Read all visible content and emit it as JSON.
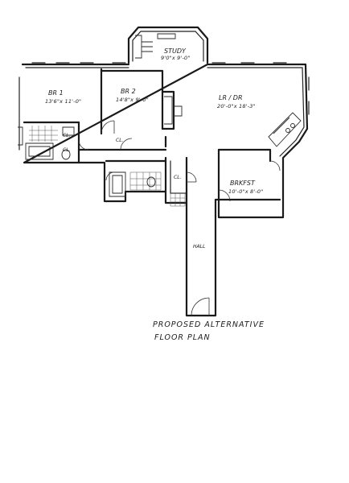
{
  "rooms": {
    "br1": {
      "name": "BR 1",
      "dims": "13'6\"x 11'-0\""
    },
    "br2": {
      "name": "BR 2",
      "dims": "14'8\"x 9'-0\""
    },
    "study": {
      "name": "STUDY",
      "dims": "9'0\"x 9'-0\""
    },
    "lr_dr": {
      "name": "LR / DR",
      "dims": "20'-0\"x 18'-3\""
    },
    "brkfst": {
      "name": "BRKFST",
      "dims": "10'-0\"x 8'-0\""
    },
    "hall": {
      "name": "HALL"
    }
  },
  "closets": {
    "cl_a": "CL.",
    "cl_b": "CL.",
    "cl_c": "CL.",
    "cl_d": "CL."
  },
  "caption": {
    "line1": "PROPOSED ALTERNATIVE",
    "line2": "FLOOR PLAN"
  }
}
